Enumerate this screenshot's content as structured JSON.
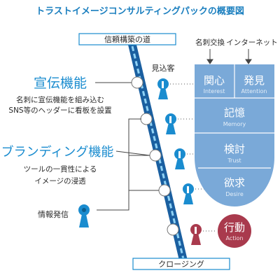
{
  "title": "トラストイメージコンサルティングパックの概要図",
  "road": {
    "top_label": "信頼構築の道",
    "bottom_label": "クロージング"
  },
  "prospect_label": "見込客",
  "features": [
    {
      "heading": "宣伝機能",
      "desc_line1": "名刺に宣伝機能を組み込む",
      "desc_line2": "SNS等のヘッダーに看板を設置"
    },
    {
      "heading": "ブランディング機能",
      "desc_line1": "ツールの一貫性による",
      "desc_line2": "イメージの浸透"
    }
  ],
  "sender_label": "情報発信",
  "sources": {
    "left": "名刺交換",
    "right": "インターネット"
  },
  "stages": [
    {
      "ja": "関心",
      "en": "Interest"
    },
    {
      "ja": "発見",
      "en": "Attention"
    },
    {
      "ja": "記憶",
      "en": "Memory"
    },
    {
      "ja": "検討",
      "en": "Trust"
    },
    {
      "ja": "欲求",
      "en": "Desire"
    }
  ],
  "action": {
    "ja": "行動",
    "en": "Action"
  },
  "colors": {
    "title": "#1b7fbf",
    "accent": "#1a8ccf",
    "road_dark": "#1a5fa0",
    "road_light": "#8fd2f5",
    "funnel": "#7aa9d8",
    "funnel_text": "#ffffff",
    "funnel_subtext": "#e4eef8",
    "person": "#1a8ccf",
    "person_dark": "#0d5f8f",
    "action": "#a93a4d",
    "action_person": "#a93a4d",
    "text": "#2a2a2a",
    "line": "#444444"
  }
}
